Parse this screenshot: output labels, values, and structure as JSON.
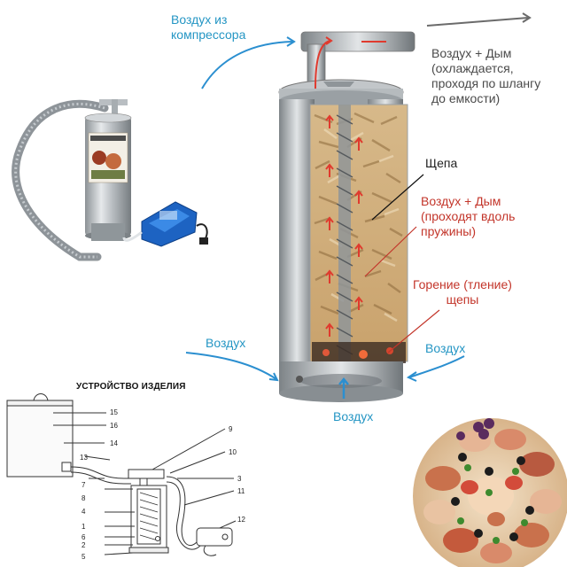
{
  "labels": {
    "air_from_compressor": [
      "Воздух из",
      "компрессора"
    ],
    "air_smoke_out": [
      "Воздух + Дым",
      "(охлаждается,",
      "проходя по шлангу",
      "до емкости)"
    ],
    "chips": "Щепа",
    "air_smoke_spring": [
      "Воздух + Дым",
      "(проходят вдоль",
      "пружины)"
    ],
    "burning": [
      "Горение (тление)",
      "щепы"
    ],
    "air_left": "Воздух",
    "air_right": "Воздух",
    "air_bottom": "Воздух"
  },
  "schematic": {
    "title": "УСТРОЙСТВО ИЗДЕЛИЯ",
    "numbers": [
      "1",
      "2",
      "3",
      "4",
      "5",
      "6",
      "7",
      "8",
      "9",
      "10",
      "11",
      "12",
      "13",
      "14",
      "15",
      "16"
    ]
  },
  "colors": {
    "label_blue": "#2596c4",
    "label_red": "#c3352a",
    "label_gray": "#4a4a4a",
    "arrow_red": "#e03a2e",
    "arrow_blue": "#2b8fd0"
  }
}
